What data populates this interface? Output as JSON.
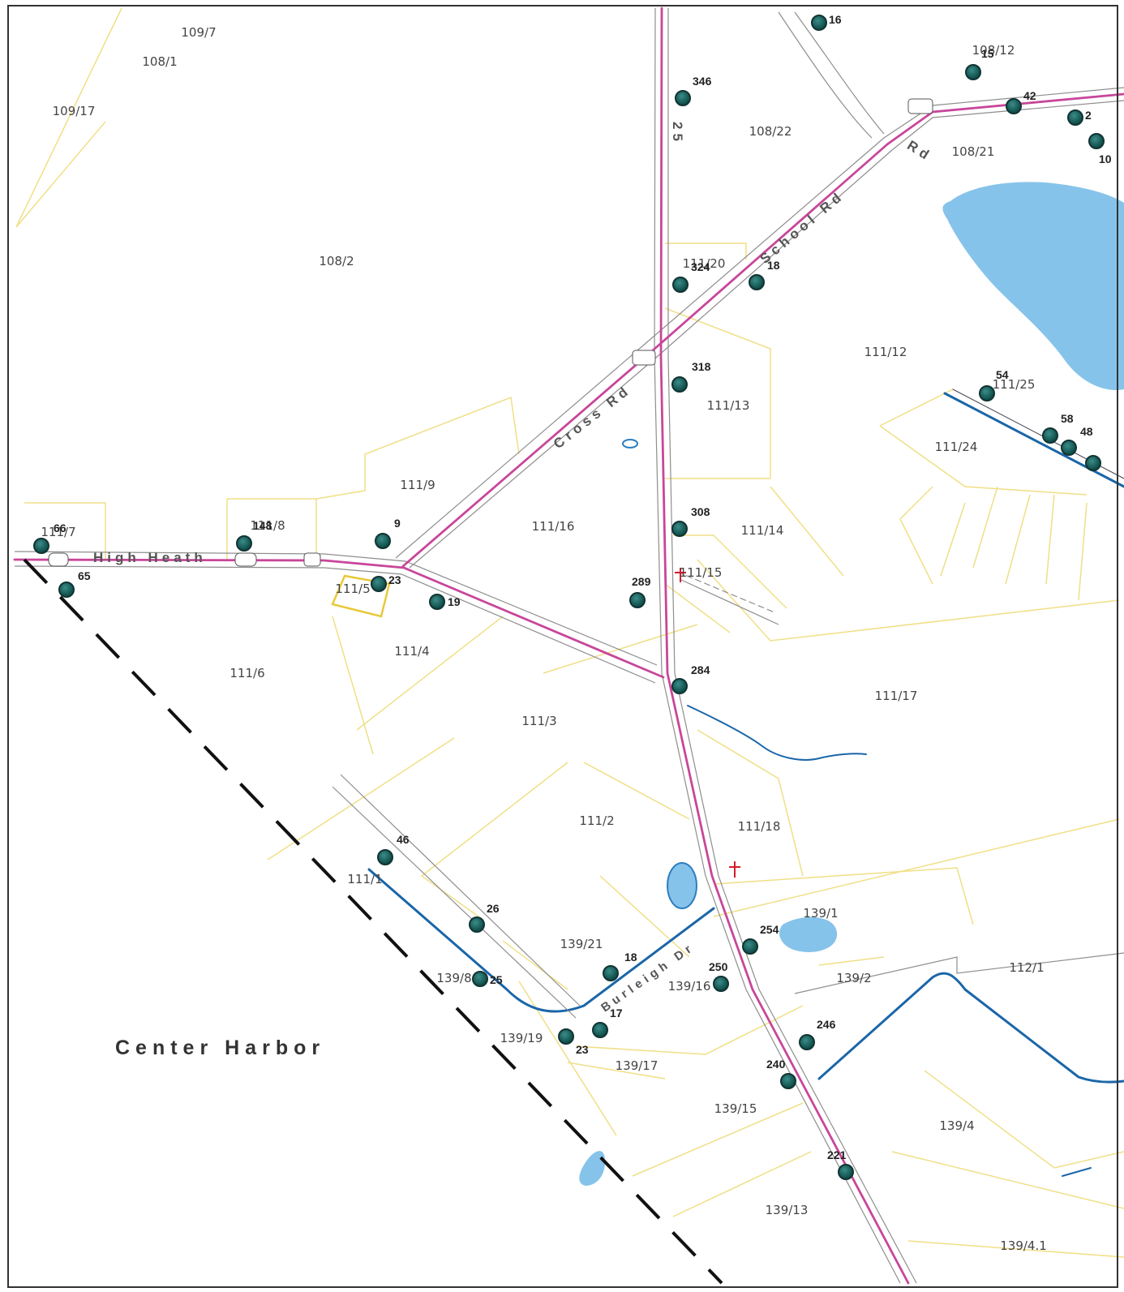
{
  "town_label": "Center Harbor",
  "road_labels": {
    "high_heath": "High Heath",
    "cross_rd": "Cross Rd",
    "school_rd": "School Rd",
    "route_25": "25",
    "rd": "Rd",
    "burleigh_dr": "Burleigh Dr"
  },
  "parcels": [
    "109/7",
    "108/1",
    "109/17",
    "108/2",
    "108/22",
    "108/21",
    "108/12",
    "111/20",
    "111/12",
    "111/13",
    "111/25",
    "111/24",
    "111/9",
    "111/16",
    "111/14",
    "111/7",
    "111/8",
    "111/15",
    "111/5",
    "111/6",
    "111/4",
    "111/3",
    "111/17",
    "111/2",
    "111/18",
    "111/1",
    "139/1",
    "139/21",
    "139/2",
    "112/1",
    "139/8",
    "139/16",
    "139/19",
    "139/17",
    "139/15",
    "139/4",
    "139/13",
    "139/4.1"
  ],
  "house_numbers": [
    "16",
    "346",
    "42",
    "2",
    "10",
    "15",
    "324",
    "18",
    "318",
    "54",
    "58",
    "48",
    "308",
    "9",
    "66",
    "148",
    "23",
    "19",
    "289",
    "65",
    "284",
    "46",
    "26",
    "254",
    "18",
    "25",
    "250",
    "17",
    "23",
    "246",
    "240",
    "221"
  ],
  "colors": {
    "road_magenta": "#c8469a",
    "parcel_line": "#f0df86",
    "water": "#86c3ea",
    "stream": "#1a66a8",
    "marker": "#1e6b67",
    "town_line": "#111111"
  }
}
